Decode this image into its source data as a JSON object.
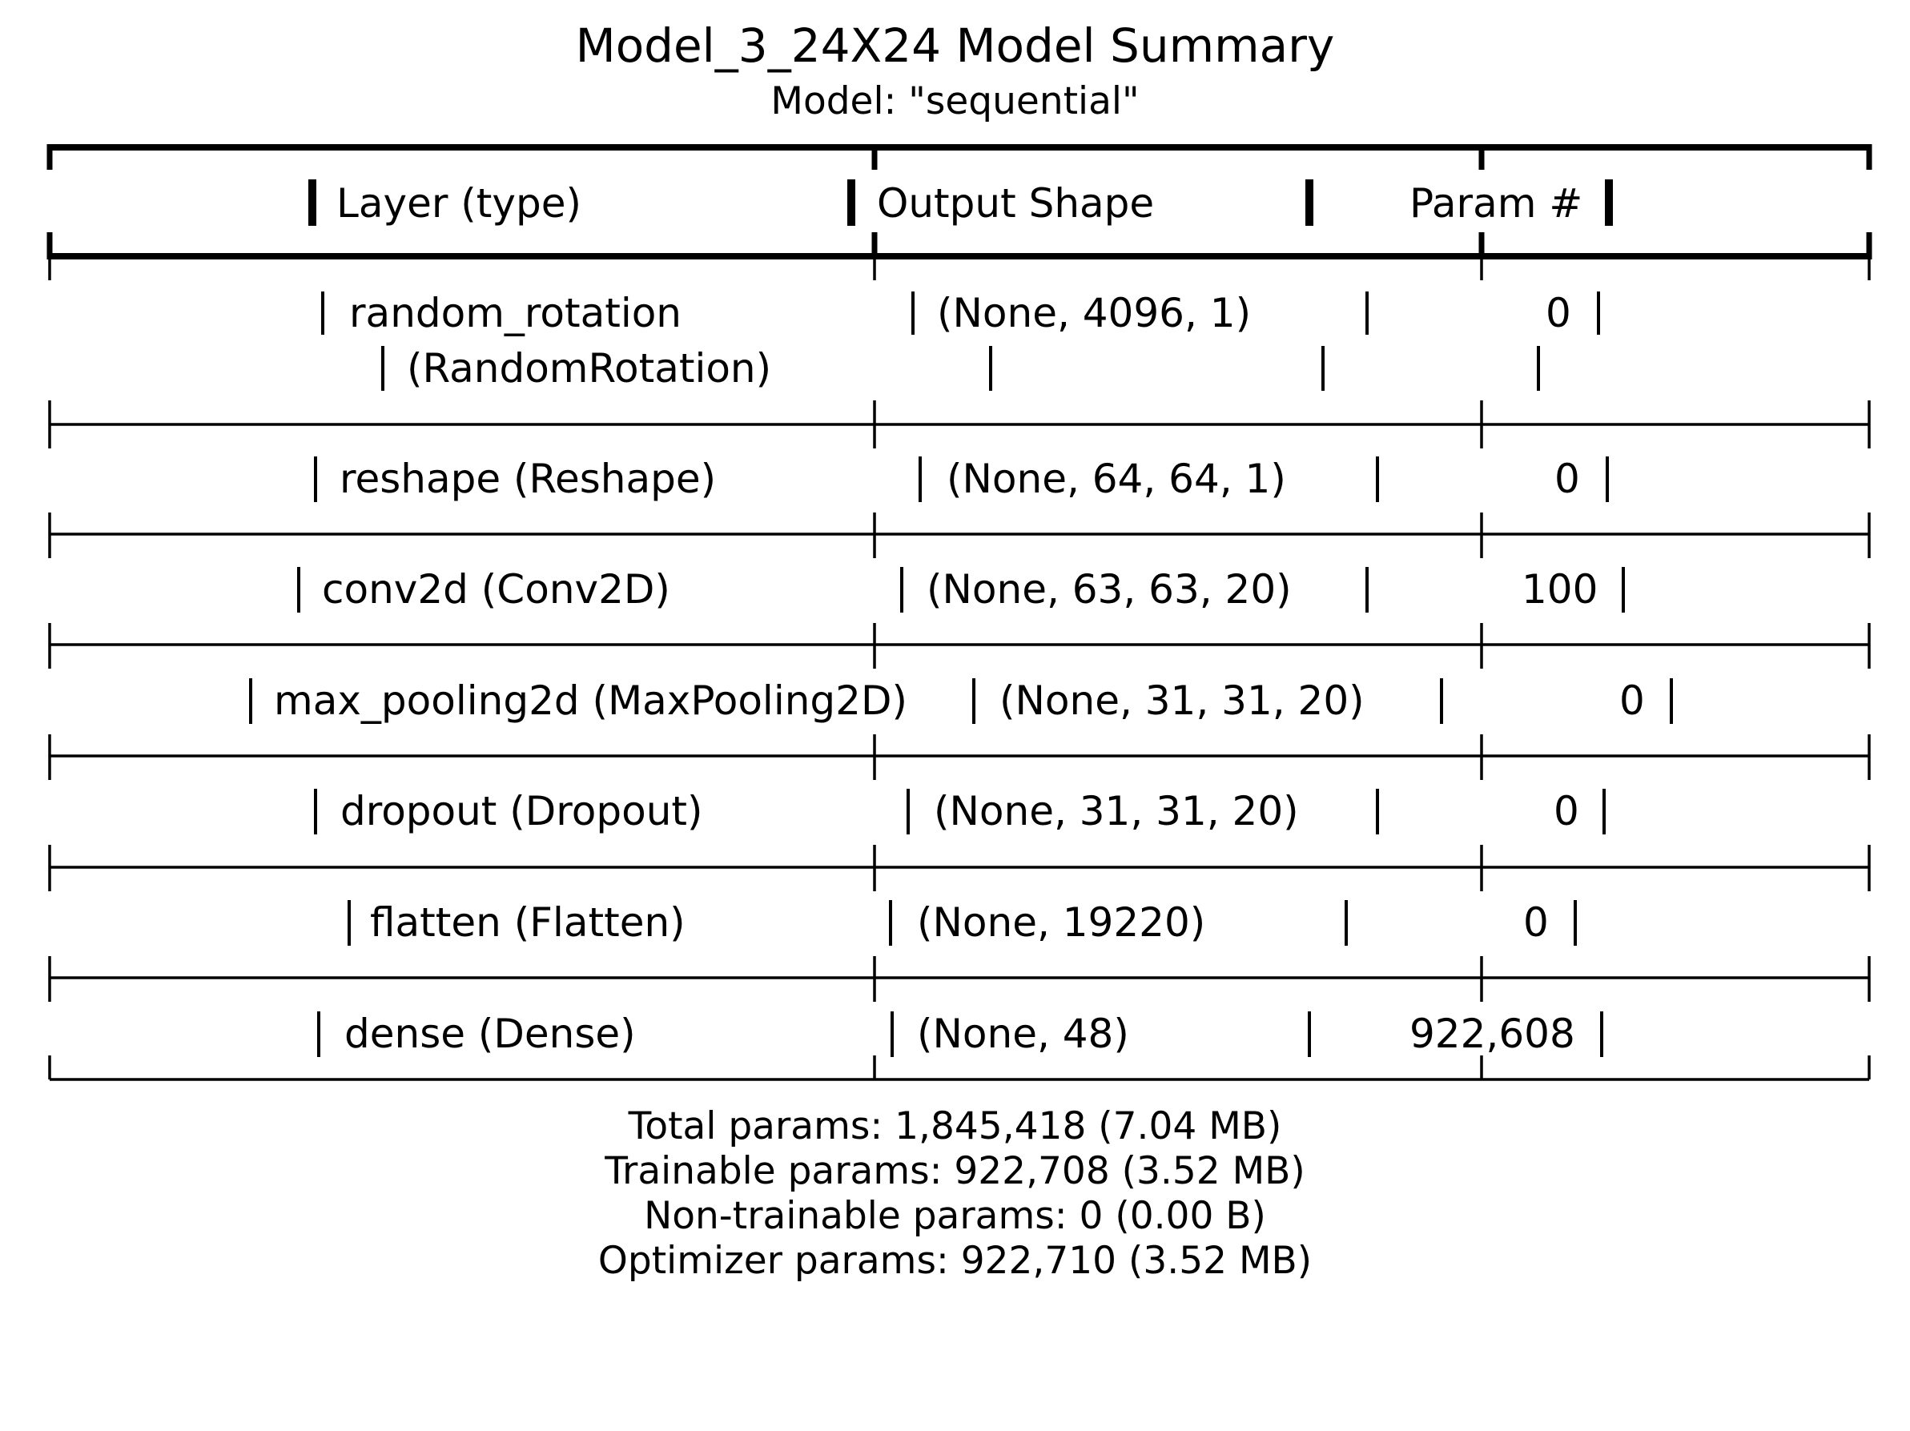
{
  "title": "Model_3_24X24 Model Summary",
  "subtitle": "Model: \"sequential\"",
  "table": {
    "headers": [
      "Layer (type)",
      "Output Shape",
      "Param #"
    ],
    "rows": [
      {
        "layer": "random_rotation",
        "layer_cont": "(RandomRotation)",
        "shape": "(None, 4096, 1)",
        "params": "0"
      },
      {
        "layer": "reshape (Reshape)",
        "shape": "(None, 64, 64, 1)",
        "params": "0"
      },
      {
        "layer": "conv2d (Conv2D)",
        "shape": "(None, 63, 63, 20)",
        "params": "100"
      },
      {
        "layer": "max_pooling2d (MaxPooling2D)",
        "shape": "(None, 31, 31, 20)",
        "params": "0"
      },
      {
        "layer": "dropout (Dropout)",
        "shape": "(None, 31, 31, 20)",
        "params": "0"
      },
      {
        "layer": "flatten (Flatten)",
        "shape": "(None, 19220)",
        "params": "0"
      },
      {
        "layer": "dense (Dense)",
        "shape": "(None, 48)",
        "params": "922,608"
      }
    ]
  },
  "summary": {
    "total": "Total params: 1,845,418 (7.04 MB)",
    "trainable": "Trainable params: 922,708 (3.52 MB)",
    "non_trainable": "Non-trainable params: 0 (0.00 B)",
    "optimizer": "Optimizer params: 922,710 (3.52 MB)"
  }
}
